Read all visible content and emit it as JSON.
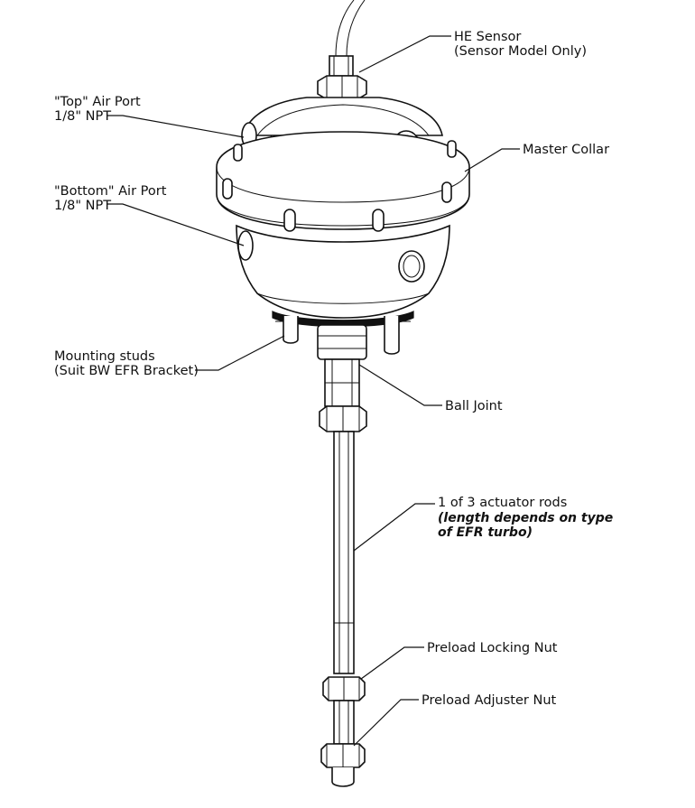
{
  "callouts": {
    "he_sensor": {
      "line1": "HE Sensor",
      "line2": "(Sensor Model Only)"
    },
    "top_air_port": {
      "line1": "\"Top\" Air Port",
      "line2": "1/8\" NPT"
    },
    "master_collar": {
      "line1": "Master Collar"
    },
    "bottom_air_port": {
      "line1": "\"Bottom\" Air Port",
      "line2": "1/8\" NPT"
    },
    "mounting_studs": {
      "line1": "Mounting studs",
      "line2": "(Suit BW EFR Bracket)"
    },
    "ball_joint": {
      "line1": "Ball Joint"
    },
    "actuator_rods": {
      "line1": "1 of 3 actuator rods",
      "line2": "(length depends on type",
      "line3": "of EFR turbo)"
    },
    "preload_locking_nut": {
      "line1": "Preload Locking Nut"
    },
    "preload_adjuster_nut": {
      "line1": "Preload Adjuster Nut"
    }
  },
  "colors": {
    "line": "#111111",
    "background": "#ffffff"
  }
}
